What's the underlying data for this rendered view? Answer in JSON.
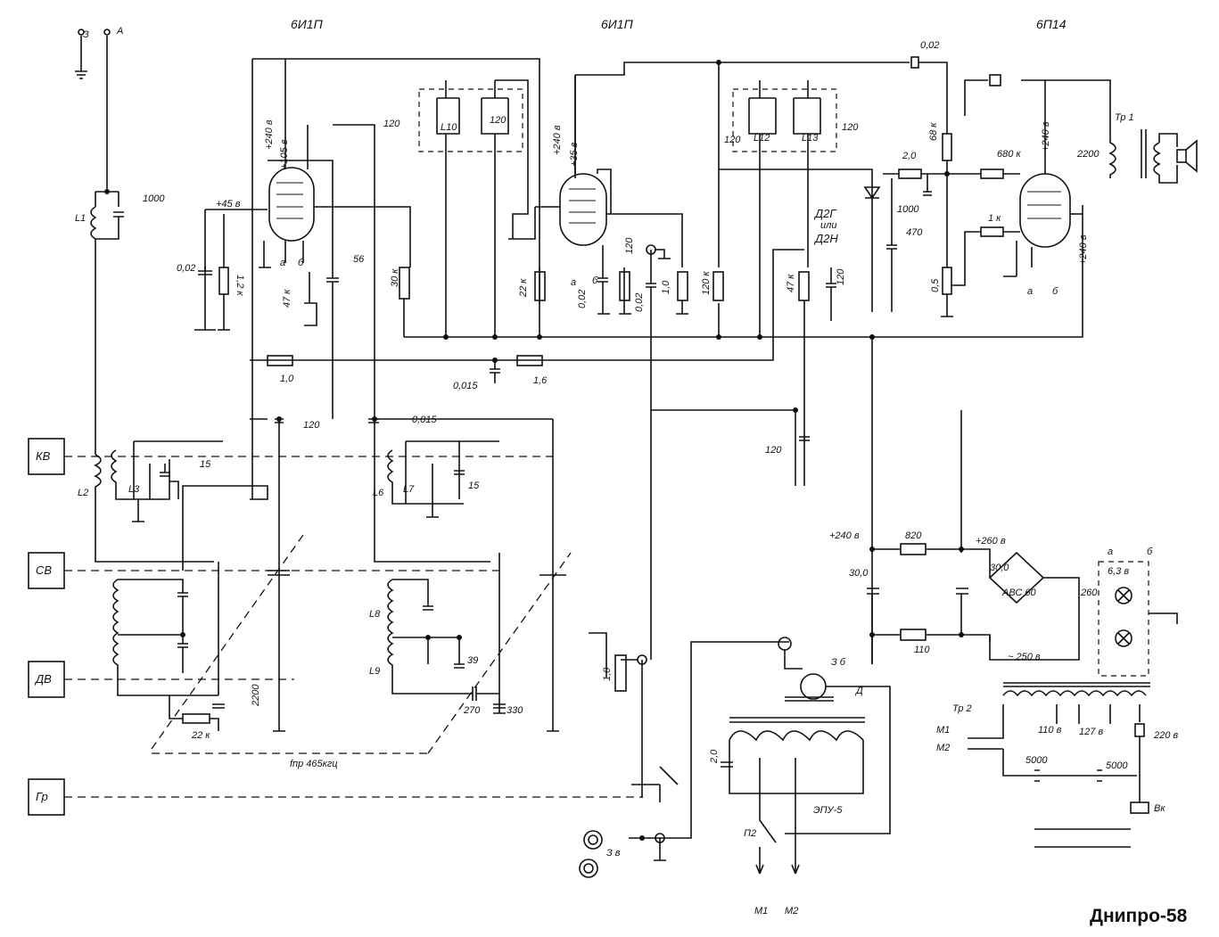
{
  "title": "Днипро-58",
  "tubes": {
    "t1": "6И1П",
    "t2": "6И1П",
    "t3": "6П14"
  },
  "bands": {
    "kv": "КВ",
    "sv": "СВ",
    "dv": "ДВ",
    "gr": "Гр"
  },
  "antenna": {
    "ground": "З",
    "ant": "А"
  },
  "coils": {
    "l1": "L1",
    "l2": "L2",
    "l3": "L3",
    "l6": "L6",
    "l7": "L7",
    "l8": "L8",
    "l9": "L9",
    "l10": "L10",
    "l12": "L12",
    "l13": "L13"
  },
  "voltages": {
    "v240a": "+240 в",
    "v105": "+105 в",
    "v45": "+45 в",
    "v240b": "+240 в",
    "v35": "+35 в",
    "v240c": "+240 в",
    "v240d": "+240 в",
    "v240e": "+240 в",
    "v260": "+260 в",
    "ac250": "~ 250 в",
    "v6": "6,3 в"
  },
  "components": {
    "c1000": "1000",
    "c002a": "0,02",
    "r12k": "1,2 к",
    "r47k": "47 к",
    "c56": "56",
    "r30k": "30 к",
    "c120a": "120",
    "c120b": "120",
    "c120c": "120",
    "c120d": "120",
    "r22k": "22 к",
    "c002b": "0,02",
    "r120": "120",
    "c10": "1,0",
    "c002c": "0,02",
    "r120k": "120 к",
    "r47kb": "47 к",
    "c120e": "120",
    "c002d": "0,02",
    "r2": "2,0",
    "r68k": "68 к",
    "r680k": "680 к",
    "c2200": "2200",
    "c1000b": "1000",
    "c470": "470",
    "r1k": "1 к",
    "r05": "0,5",
    "r10": "1,0",
    "r16": "1,6",
    "c0015": "0,015",
    "c0015b": "0,015",
    "c120f": "120",
    "c15a": "15",
    "c15b": "15",
    "c120g": "120",
    "c39": "39",
    "c270": "270",
    "c330": "330",
    "c2200b": "2200",
    "r22kb": "22 к",
    "r820": "820",
    "c30a": "30,0",
    "c30b": "30,0",
    "r110": "110",
    "bridge": "АВС 60",
    "c260": "260",
    "r10b": "1,0",
    "c20": "2,0",
    "c5000a": "5000",
    "c5000b": "5000",
    "diode": "Д2Г",
    "or": "или",
    "diode2": "Д2Н",
    "fpr": "fпр 465кгц",
    "epu": "ЭПУ-5",
    "d": "Д",
    "zb": "З б",
    "zv": "З в"
  },
  "transformers": {
    "tr1": "Тр 1",
    "tr2": "Тр 2"
  },
  "mains": {
    "v110": "110 в",
    "v127": "127 в",
    "v220": "220 в",
    "sw": "Вк",
    "p2": "П2"
  },
  "motors": {
    "m1": "М1",
    "m2": "М2",
    "m1b": "М1",
    "m2b": "М2"
  },
  "pins": {
    "a": "а",
    "b": "б"
  }
}
